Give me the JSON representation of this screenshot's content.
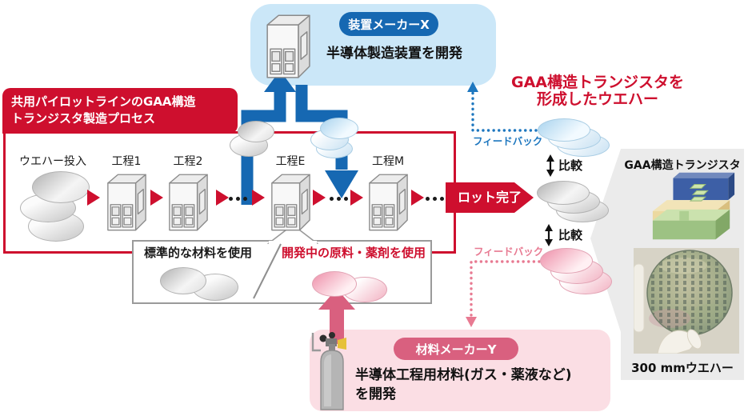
{
  "colors": {
    "red": "#ce0f2e",
    "blue": "#1668b2",
    "blue_light": "#cbe7f8",
    "blue_feedback": "#1e77bf",
    "rose": "#d9607f",
    "pink_light": "#fbdee4",
    "pink_feedback": "#e87a92",
    "panel_gray": "#ebebeb"
  },
  "device_maker": {
    "badge": "装置メーカーX",
    "description": "半導体製造装置を開発",
    "icon": "semiconductor-tool-icon"
  },
  "pilot_line": {
    "title_line1": "共用パイロットラインのGAA構造",
    "title_line2": "トランジスタ製造プロセス",
    "stages": [
      "ウエハー投入",
      "工程1",
      "工程2",
      "工程E",
      "工程M"
    ],
    "lot_complete": "ロット完了"
  },
  "materials_usage": {
    "standard": "標準的な材料を使用",
    "developing": "開発中の原料・薬剤を使用"
  },
  "material_maker": {
    "badge": "材料メーカーY",
    "description_line1": "半導体工程用材料(ガス・薬液など)",
    "description_line2": "を開発",
    "icon": "gas-cylinder-icon"
  },
  "comparison": {
    "gaa_wafer_line1": "GAA構造トランジスタを",
    "gaa_wafer_line2": "形成したウエハー",
    "feedback_equipment": "フィードバック",
    "feedback_material": "フィードバック",
    "compare_top": "比較",
    "compare_bottom": "比較"
  },
  "result_panel": {
    "transistor_caption": "GAA構造トランジスタ",
    "wafer_caption": "300 mmウエハー"
  },
  "icons": {
    "process_tool": "semiconductor-tool-icon",
    "wafer_stack": "wafer-stack-icon",
    "gas_cylinder": "gas-cylinder-icon",
    "transistor_3d": "gaa-transistor-3d-icon",
    "wafer_photo": "wafer-photo"
  }
}
